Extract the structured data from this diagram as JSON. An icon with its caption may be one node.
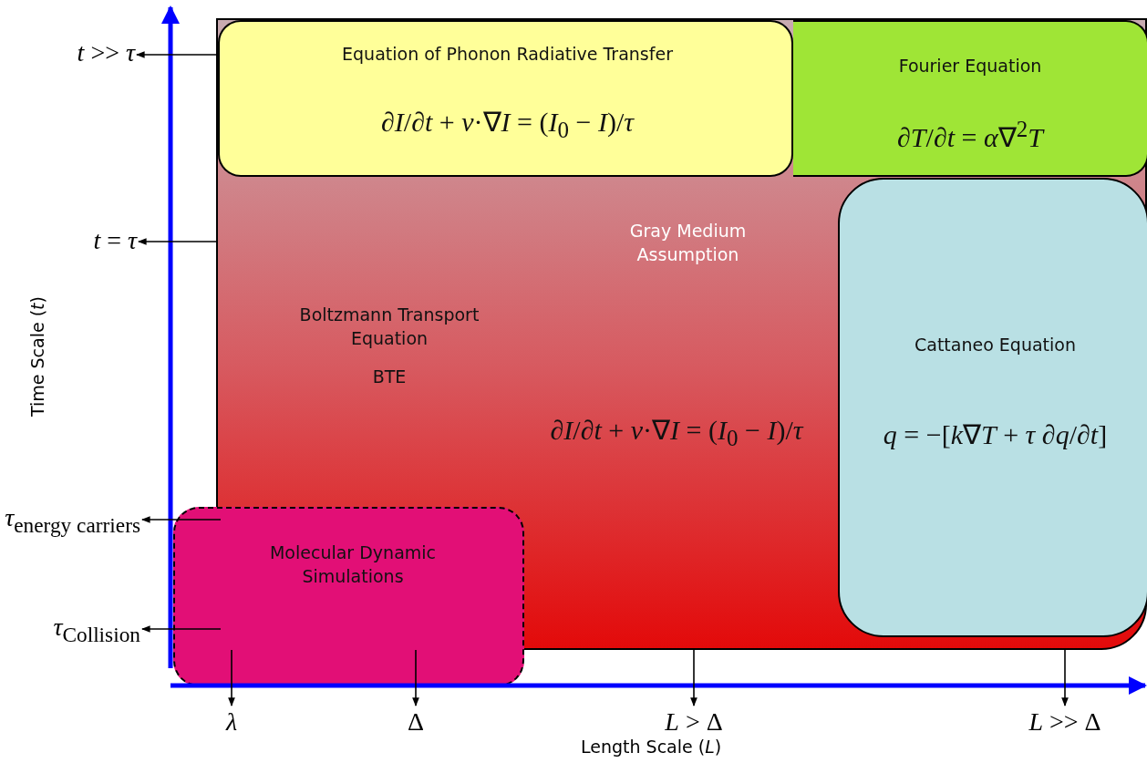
{
  "diagram": {
    "nodes": [
      {
        "text": [
          "Gray Medium Assumption",
          "Boltzmann Transport Equation",
          "BTE",
          "*∂I*/*∂t* + *v*·∇*I* = (*I*$_{0}$ − *I*)/*τ*"
        ]
      },
      {
        "text": [
          "Equation of Phonon Radiative Transfer",
          "*∂I*/*∂t* + *v*·∇*I* = (*I*$_{0}$ − *I*)/*τ*"
        ],
        "in": 0
      },
      {
        "text": [
          "Fourier Equation",
          "*∂T*/*∂t* = *α*∇$^{2}$*T*"
        ],
        "in": 0
      },
      {
        "text": [
          "Cattaneo Equation",
          "*q* = −[*k*∇*T* + *τ* *∂q*/*∂t*]"
        ],
        "in": 0
      },
      {
        "text": [
          "Molecular Dynamic Simulations"
        ]
      },
      {
        "text": [
          "*t* >> *τ*"
        ]
      },
      {
        "text": [
          "*t* = *τ*"
        ]
      },
      {
        "text": [
          "*τ*$_{energy carriers}$"
        ]
      },
      {
        "text": [
          "*τ*$_{Collision}$"
        ]
      },
      {
        "text": [
          "*λ*"
        ]
      },
      {
        "text": [
          "Δ"
        ]
      },
      {
        "text": [
          "*L* > Δ"
        ]
      },
      {
        "text": [
          "*L* >> Δ"
        ]
      }
    ],
    "edges": [
      {
        "from": 1,
        "to": 5,
        "arrow": "to"
      },
      {
        "from": 0,
        "to": 6,
        "arrow": "to"
      },
      {
        "from": 4,
        "to": 7,
        "arrow": "to"
      },
      {
        "from": 4,
        "to": 8,
        "arrow": "to"
      },
      {
        "from": 4,
        "to": 9,
        "arrow": "to"
      },
      {
        "from": 4,
        "to": 10,
        "arrow": "to"
      },
      {
        "from": 0,
        "to": 11,
        "arrow": "to"
      },
      {
        "from": 0,
        "to": 12,
        "arrow": "to"
      }
    ],
    "labels": [
      "Time Scale (*t*)",
      "Length Scale (*L*)"
    ]
  }
}
